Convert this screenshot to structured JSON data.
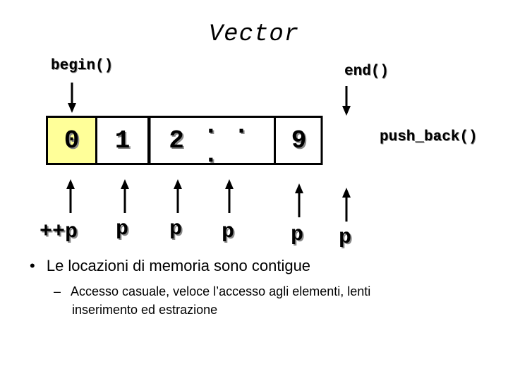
{
  "title": "Vector",
  "labels": {
    "begin": "begin()",
    "end": "end()",
    "push_back": "push_back()"
  },
  "cells": [
    "0",
    "1",
    "2",
    ". . .",
    "9"
  ],
  "iterators": [
    "++p",
    "p",
    "p",
    "p",
    "p",
    "p"
  ],
  "bullets": {
    "main": "Le locazioni di memoria sono contigue",
    "main_marker": "•",
    "sub_marker": "–",
    "sub_line1": "Accesso casuale, veloce l’accesso agli elementi, lenti",
    "sub_line2": "inserimento ed estrazione"
  },
  "colors": {
    "first_cell": "#ffff99",
    "text": "#000000"
  }
}
